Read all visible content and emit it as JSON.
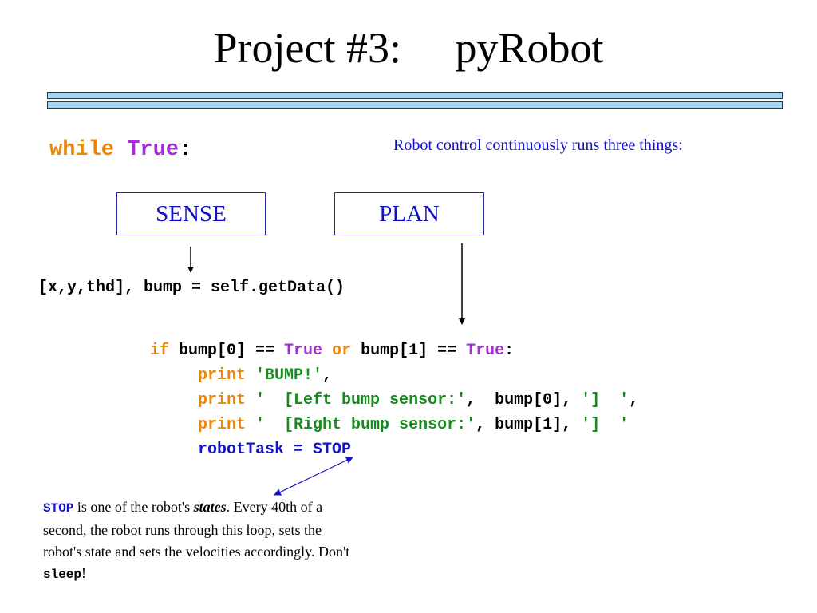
{
  "slide": {
    "title": "Project #3:     pyRobot",
    "subtitle": "Robot control continuously runs three things:",
    "while_line": {
      "kw_while": "while",
      "space": " ",
      "kw_true": "True",
      "colon": ":"
    },
    "boxes": {
      "sense": "SENSE",
      "plan": "PLAN"
    },
    "getdata_line": "[x,y,thd], bump = self.getData()",
    "code": {
      "if_line": {
        "kw_if": "if",
        "a": " bump[0] == ",
        "true1": "True",
        "sp1": " ",
        "kw_or": "or",
        "b": " bump[1] == ",
        "true2": "True",
        "colon": ":"
      },
      "print1": {
        "kw": "print",
        "sp": " ",
        "str": "'BUMP!'",
        "end": ","
      },
      "print2": {
        "kw": "print",
        "sp": " ",
        "str1": "'  [Left bump sensor:'",
        "mid": ",  bump[0], ",
        "str2": "']  '",
        "end": ","
      },
      "print3": {
        "kw": "print",
        "sp": " ",
        "str1": "'  [Right bump sensor:'",
        "mid": ", bump[1], ",
        "str2": "']  '"
      },
      "assign": "robotTask = STOP"
    },
    "note": {
      "stop_word": "STOP",
      "t1": " is one of the robot's ",
      "states": "states",
      "t2": ". Every 40th of a second, the robot runs through this loop, sets the robot's state and sets the velocities accordingly. Don't ",
      "sleep": "sleep",
      "t3": "!"
    },
    "colors": {
      "keyword": "#e8870a",
      "boolean": "#a531d6",
      "string": "#168c1e",
      "text_blue": "#1010c8",
      "rule_fill": "#a6d6f2",
      "rule_border": "#1c3c64"
    }
  }
}
